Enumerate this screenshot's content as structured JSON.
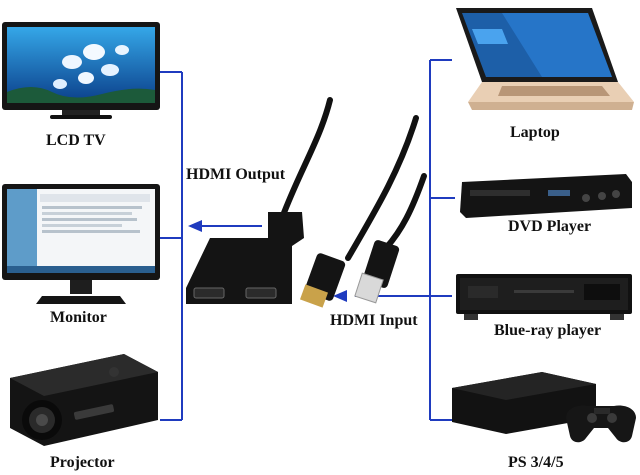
{
  "colors": {
    "connector": "#1f3bbf",
    "device": "#151515",
    "laptop": "#e9cfb4"
  },
  "left_devices": [
    {
      "label": "LCD TV",
      "icon": "lcd-tv-icon"
    },
    {
      "label": "Monitor",
      "icon": "monitor-icon"
    },
    {
      "label": "Projector",
      "icon": "projector-icon"
    }
  ],
  "right_devices": [
    {
      "label": "Laptop",
      "icon": "laptop-icon"
    },
    {
      "label": "DVD Player",
      "icon": "dvd-player-icon"
    },
    {
      "label": "Blue-ray player",
      "icon": "blu-ray-player-icon"
    },
    {
      "label": "PS 3/4/5",
      "icon": "game-console-icon"
    }
  ],
  "splitter": {
    "output_label": "HDMI Output",
    "input_label": "HDMI Input",
    "icon": "hdmi-splitter-cable-icon"
  }
}
